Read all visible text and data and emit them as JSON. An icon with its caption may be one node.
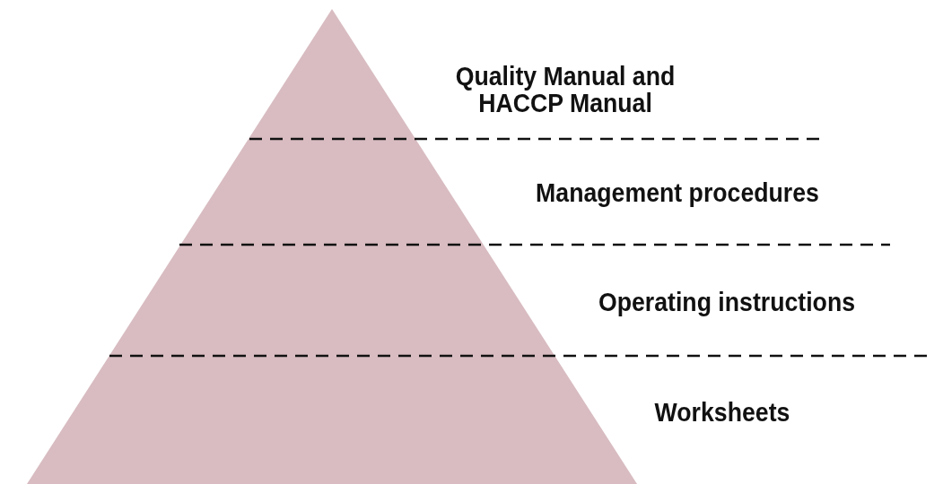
{
  "diagram": {
    "nodes": [
      {
        "text": [
          "Quality Manual and HACCP Manual"
        ]
      },
      {
        "text": [
          "Management procedures"
        ]
      },
      {
        "text": [
          "Operating instructions"
        ]
      },
      {
        "text": [
          "Worksheets"
        ]
      }
    ]
  }
}
